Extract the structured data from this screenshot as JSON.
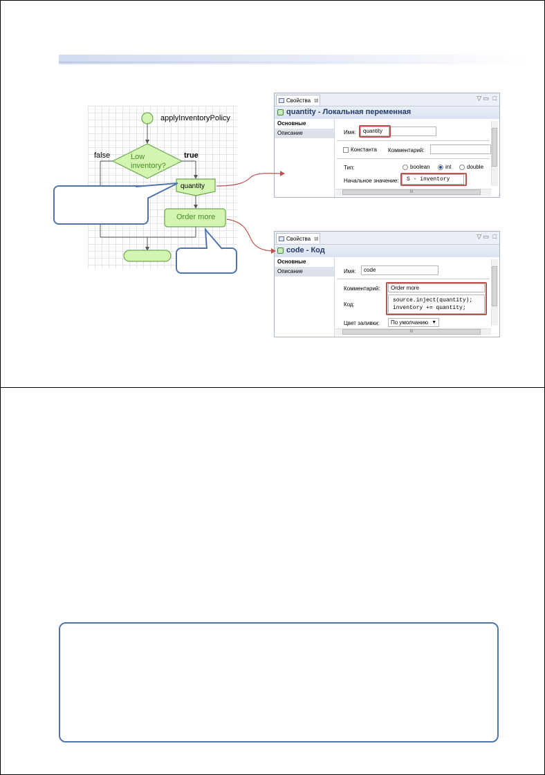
{
  "flowchart": {
    "start_label": "applyInventoryPolicy",
    "decision_label": "Low\ninventory?",
    "branch_false": "false",
    "branch_true": "true",
    "assign_label": "quantity",
    "action_label": "Order more"
  },
  "panel1": {
    "tab_label": "Свойства",
    "tab_close": "⊠",
    "header": "quantity - Локальная переменная",
    "sections": [
      "Основные",
      "Описание"
    ],
    "name_label": "Имя:",
    "name_value": "quantity",
    "constant_label": "Константа",
    "comment_label": "Комментарий:",
    "type_label": "Тип:",
    "types": [
      "boolean",
      "int",
      "double"
    ],
    "selected_type": "int",
    "initial_label": "Начальное значение:",
    "initial_value": "S - inventory",
    "scroll_glyph": "III"
  },
  "panel2": {
    "tab_label": "Свойства",
    "tab_close": "⊠",
    "header": "code - Код",
    "sections": [
      "Основные",
      "Описание"
    ],
    "name_label": "Имя:",
    "name_value": "code",
    "comment_label": "Комментарий:",
    "comment_value": "Order more",
    "code_label": "Код:",
    "code_line1": "source.inject(quantity);",
    "code_line2": "inventory += quantity;",
    "fill_label": "Цвет заливки:",
    "fill_value": "По умолчанию",
    "scroll_glyph": "III"
  },
  "colors": {
    "callout_border": "#4f74ac",
    "highlight_red": "#c0504d",
    "node_fill": "#d3f5b0",
    "node_border": "#6aa84f"
  }
}
